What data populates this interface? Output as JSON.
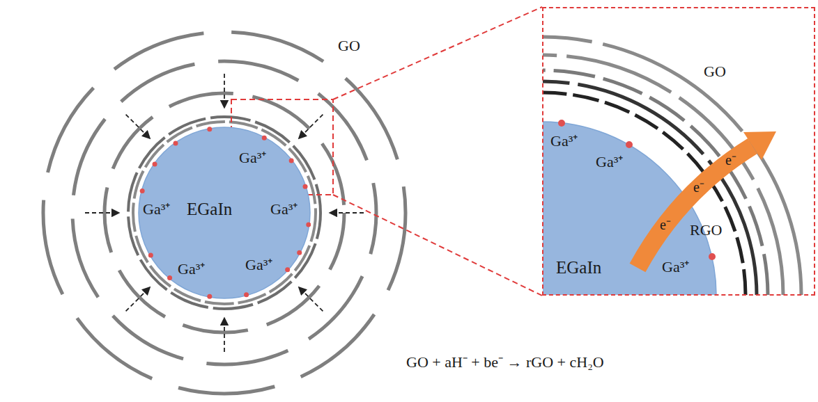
{
  "diagram": {
    "nodes": [
      {
        "text": [
          "Ga³⁺",
          "Ga³⁺",
          "EGaIn",
          "Ga³⁺",
          "Ga³⁺",
          "Ga³⁺"
        ]
      },
      {
        "text": [
          "GO",
          "Ga³⁺",
          "Ga³⁺",
          "e⁻",
          "e⁻",
          "e⁻",
          "RGO",
          "EGaIn",
          "Ga³⁺"
        ]
      }
    ],
    "labels": [
      "GO",
      "GO + aH⁻ + be⁻ → rGO + cH₂O"
    ]
  }
}
